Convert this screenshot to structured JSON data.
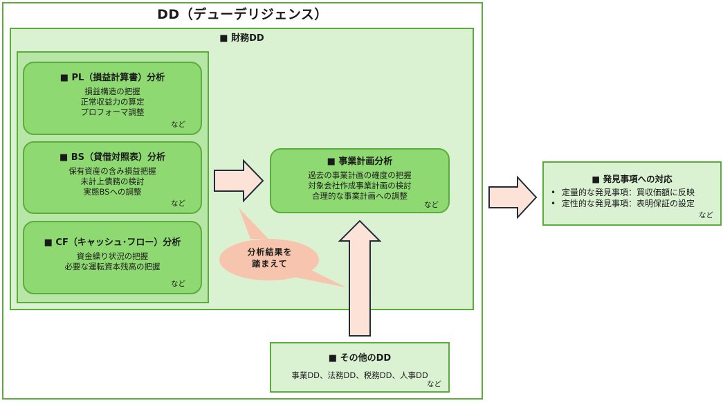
{
  "diagram": {
    "title": "DD（デューデリジェンス）",
    "financial_dd": {
      "title": "■ 財務DD",
      "pl": {
        "title": "■ PL（損益計算書）分析",
        "items": [
          "損益構造の把握",
          "正常収益力の算定",
          "プロフォーマ調整"
        ],
        "etc": "など"
      },
      "bs": {
        "title": "■ BS（貸借対照表）分析",
        "items": [
          "保有資産の含み損益把握",
          "未計上債務の検討",
          "実態BSへの調整"
        ],
        "etc": "など"
      },
      "cf": {
        "title": "■ CF（キャッシュ･フロー）分析",
        "items": [
          "資金繰り状況の把握",
          "必要な運転資本残高の把握"
        ],
        "etc": "など"
      },
      "business_plan": {
        "title": "■ 事業計画分析",
        "items": [
          "過去の事業計画の確度の把握",
          "対象会社作成事業計画の検討",
          "合理的な事業計画への調整"
        ],
        "etc": "など"
      },
      "callout": {
        "lines": [
          "分析結果を",
          "踏まえて"
        ]
      }
    },
    "other_dd": {
      "title": "■ その他のDD",
      "items": "事業DD、法務DD、税務DD、人事DD",
      "etc": "など"
    },
    "findings": {
      "title": "■ 発見事項への対応",
      "items": [
        "定量的な発見事項：買収価額に反映",
        "定性的な発見事項：表明保証の設定"
      ],
      "etc": "など"
    },
    "colors": {
      "border_green": "#5aad3a",
      "light_green": "#daf2d2",
      "mid_green": "#b8e6a6",
      "card_green": "#8fd973",
      "arrow_fill": "#fde3d7",
      "arrow_stroke": "#1f2d3a",
      "callout_fill": "#f7c5ad"
    }
  }
}
